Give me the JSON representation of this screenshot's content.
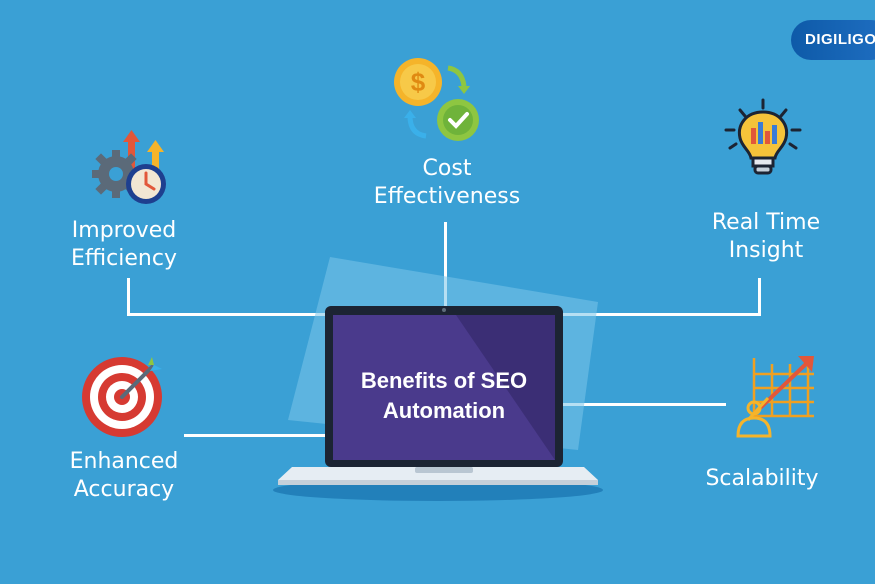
{
  "brand": {
    "logo_text": "DIGILIGO"
  },
  "center": {
    "title_line1": "Benefits of SEO",
    "title_line2": "Automation"
  },
  "benefits": {
    "cost": {
      "line1": "Cost",
      "line2": "Effectiveness"
    },
    "efficiency": {
      "line1": "Improved",
      "line2": "Efficiency"
    },
    "insight": {
      "line1": "Real Time",
      "line2": "Insight"
    },
    "accuracy": {
      "line1": "Enhanced",
      "line2": "Accuracy"
    },
    "scalability": {
      "line1": "Scalability"
    }
  },
  "icons": {
    "cost": "dollar-coin-check-cycle-icon",
    "efficiency": "gear-clock-arrows-icon",
    "insight": "lightbulb-chart-icon",
    "accuracy": "target-arrow-icon",
    "scalability": "person-growth-chart-icon"
  },
  "colors": {
    "background": "#3aa0d5",
    "screen": "#4a3a8c",
    "logo_bg": "#1460b0"
  }
}
